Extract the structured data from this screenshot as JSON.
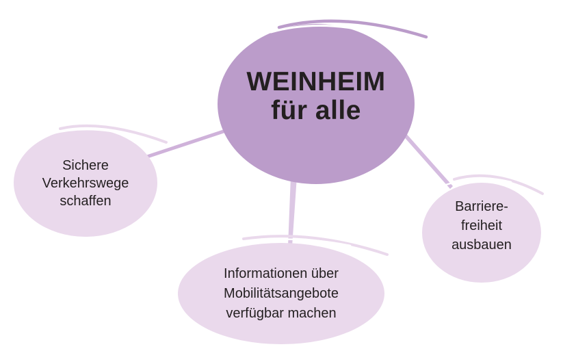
{
  "diagram": {
    "center": {
      "label": "WEINHEIM\nfür alle"
    },
    "nodes": [
      {
        "id": "sichere-verkehrswege",
        "label": "Sichere\nVerkehrswege\nschaffen"
      },
      {
        "id": "informationen-mobilitaet",
        "label": "Informationen über\nMobilitätsangebote\nverfügbar machen"
      },
      {
        "id": "barrierefreiheit",
        "label": "Barriere-\nfreiheit\nausbauen"
      }
    ],
    "colors": {
      "center_fill": "#bb9cca",
      "node_fill": "#ead9ec",
      "connector_left": "#cfb2da",
      "connector_right": "#d5bce0",
      "connector_bottom": "#dcc7e4",
      "text": "#231f20",
      "background": "#ffffff"
    }
  }
}
